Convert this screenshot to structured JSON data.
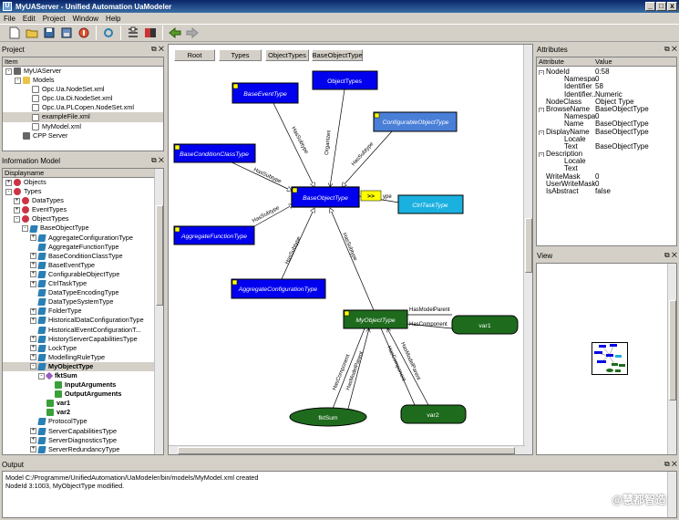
{
  "window": {
    "title": "MyUAServer - Unified Automation UaModeler",
    "min": "_",
    "max": "□",
    "close": "x"
  },
  "menu": [
    "File",
    "Edit",
    "Project",
    "Window",
    "Help"
  ],
  "project": {
    "title": "Project",
    "header": "Item",
    "items": [
      {
        "label": "MyUAServer",
        "depth": 0,
        "icon": "server",
        "exp": "-"
      },
      {
        "label": "Models",
        "depth": 1,
        "icon": "folder",
        "exp": "-"
      },
      {
        "label": "Opc.Ua.NodeSet.xml",
        "depth": 2,
        "icon": "file",
        "exp": ""
      },
      {
        "label": "Opc.Ua.Di.NodeSet.xml",
        "depth": 2,
        "icon": "file",
        "exp": ""
      },
      {
        "label": "Opc.Ua.PLCopen.NodeSet.xml",
        "depth": 2,
        "icon": "file",
        "exp": ""
      },
      {
        "label": "exampleFile.xml",
        "depth": 2,
        "icon": "file",
        "exp": "",
        "selected": true
      },
      {
        "label": "MyModel.xml",
        "depth": 2,
        "icon": "file",
        "exp": ""
      },
      {
        "label": "CPP Server",
        "depth": 1,
        "icon": "srv",
        "exp": ""
      }
    ]
  },
  "info": {
    "title": "Information Model",
    "header": "Displayname",
    "items": [
      {
        "label": "Objects",
        "depth": 0,
        "icon": "node",
        "exp": "+"
      },
      {
        "label": "Types",
        "depth": 0,
        "icon": "node",
        "exp": "-"
      },
      {
        "label": "DataTypes",
        "depth": 1,
        "icon": "node",
        "exp": "+"
      },
      {
        "label": "EventTypes",
        "depth": 1,
        "icon": "node",
        "exp": "+"
      },
      {
        "label": "ObjectTypes",
        "depth": 1,
        "icon": "node",
        "exp": "-"
      },
      {
        "label": "BaseObjectType",
        "depth": 2,
        "icon": "type",
        "exp": "-"
      },
      {
        "label": "AggregateConfigurationType",
        "depth": 3,
        "icon": "type",
        "exp": "+"
      },
      {
        "label": "AggregateFunctionType",
        "depth": 3,
        "icon": "type",
        "exp": ""
      },
      {
        "label": "BaseConditionClassType",
        "depth": 3,
        "icon": "type",
        "exp": "+"
      },
      {
        "label": "BaseEventType",
        "depth": 3,
        "icon": "type",
        "exp": "+"
      },
      {
        "label": "ConfigurableObjectType",
        "depth": 3,
        "icon": "type",
        "exp": "+"
      },
      {
        "label": "CtrlTaskType",
        "depth": 3,
        "icon": "type",
        "exp": "+"
      },
      {
        "label": "DataTypeEncodingType",
        "depth": 3,
        "icon": "type",
        "exp": ""
      },
      {
        "label": "DataTypeSystemType",
        "depth": 3,
        "icon": "type",
        "exp": ""
      },
      {
        "label": "FolderType",
        "depth": 3,
        "icon": "type",
        "exp": "+"
      },
      {
        "label": "HistoricalDataConfigurationType",
        "depth": 3,
        "icon": "type",
        "exp": "+"
      },
      {
        "label": "HistoricalEventConfigurationT...",
        "depth": 3,
        "icon": "type",
        "exp": ""
      },
      {
        "label": "HistoryServerCapabilitiesType",
        "depth": 3,
        "icon": "type",
        "exp": "+"
      },
      {
        "label": "LockType",
        "depth": 3,
        "icon": "type",
        "exp": "+"
      },
      {
        "label": "ModellingRuleType",
        "depth": 3,
        "icon": "type",
        "exp": "+"
      },
      {
        "label": "MyObjectType",
        "depth": 3,
        "icon": "type",
        "exp": "-",
        "bold": true,
        "selected": true
      },
      {
        "label": "fktSum",
        "depth": 4,
        "icon": "meth",
        "exp": "-",
        "bold": true
      },
      {
        "label": "InputArguments",
        "depth": 5,
        "icon": "var",
        "exp": "",
        "bold": true
      },
      {
        "label": "OutputArguments",
        "depth": 5,
        "icon": "var",
        "exp": "",
        "bold": true
      },
      {
        "label": "var1",
        "depth": 4,
        "icon": "var",
        "exp": "",
        "bold": true
      },
      {
        "label": "var2",
        "depth": 4,
        "icon": "var",
        "exp": "",
        "bold": true
      },
      {
        "label": "ProtocolType",
        "depth": 3,
        "icon": "type",
        "exp": ""
      },
      {
        "label": "ServerCapabilitiesType",
        "depth": 3,
        "icon": "type",
        "exp": "+"
      },
      {
        "label": "ServerDiagnosticsType",
        "depth": 3,
        "icon": "type",
        "exp": "+"
      },
      {
        "label": "ServerRedundancyType",
        "depth": 3,
        "icon": "type",
        "exp": "+"
      }
    ]
  },
  "breadcrumbs": [
    "Root",
    "Types",
    "ObjectTypes",
    "BaseObjectType"
  ],
  "diagram": {
    "nodes": {
      "baseEvent": "BaseEventType",
      "objectTypes": "ObjectTypes",
      "configurable": "ConfigurableObjectType",
      "baseCondition": "BaseConditionClassType",
      "baseObject": "BaseObjectType",
      "ctrlTask": "CtrlTaskType",
      "aggregateFunction": "AggregateFunctionType",
      "aggregateConfig": "AggregateConfigurationType",
      "myObject": "MyObjectType",
      "var1": "var1",
      "fktSum": "fktSum",
      "var2": "var2"
    },
    "more_btn": ">>",
    "more_suffix": "ype",
    "edges": {
      "hasSubtype": "HasSubtype",
      "organizes": "Organizes",
      "hasModelParent": "HasModelParent",
      "hasComponent": "HasComponent"
    }
  },
  "attributes": {
    "title": "Attributes",
    "col_attr": "Attribute",
    "col_value": "Value",
    "rows": [
      {
        "k": "NodeId",
        "v": "0:58",
        "depth": 0,
        "exp": "-"
      },
      {
        "k": "Namespa...",
        "v": "0",
        "depth": 1,
        "exp": ""
      },
      {
        "k": "Identifier",
        "v": "58",
        "depth": 1,
        "exp": ""
      },
      {
        "k": "Identifier...",
        "v": "Numeric",
        "depth": 1,
        "exp": ""
      },
      {
        "k": "NodeClass",
        "v": "Object Type",
        "depth": 0,
        "exp": ""
      },
      {
        "k": "BrowseName",
        "v": "BaseObjectType",
        "depth": 0,
        "exp": "-"
      },
      {
        "k": "Namespa...",
        "v": "0",
        "depth": 1,
        "exp": ""
      },
      {
        "k": "Name",
        "v": "BaseObjectType",
        "depth": 1,
        "exp": ""
      },
      {
        "k": "DisplayName",
        "v": "BaseObjectType",
        "depth": 0,
        "exp": "-"
      },
      {
        "k": "Locale",
        "v": "",
        "depth": 1,
        "exp": ""
      },
      {
        "k": "Text",
        "v": "BaseObjectType",
        "depth": 1,
        "exp": ""
      },
      {
        "k": "Description",
        "v": "",
        "depth": 0,
        "exp": "-"
      },
      {
        "k": "Locale",
        "v": "",
        "depth": 1,
        "exp": ""
      },
      {
        "k": "Text",
        "v": "",
        "depth": 1,
        "exp": ""
      },
      {
        "k": "WriteMask",
        "v": "0",
        "depth": 0,
        "exp": ""
      },
      {
        "k": "UserWriteMask",
        "v": "0",
        "depth": 0,
        "exp": ""
      },
      {
        "k": "IsAbstract",
        "v": "false",
        "depth": 0,
        "exp": ""
      }
    ]
  },
  "view": {
    "title": "View"
  },
  "output": {
    "title": "Output",
    "lines": [
      "Model C:/Programme/UnifiedAutomation/UaModeler/bin/models/MyModel.xml created",
      "NodeId 3:1003, MyObjectType modified."
    ]
  },
  "watermark": "@慧都智造"
}
